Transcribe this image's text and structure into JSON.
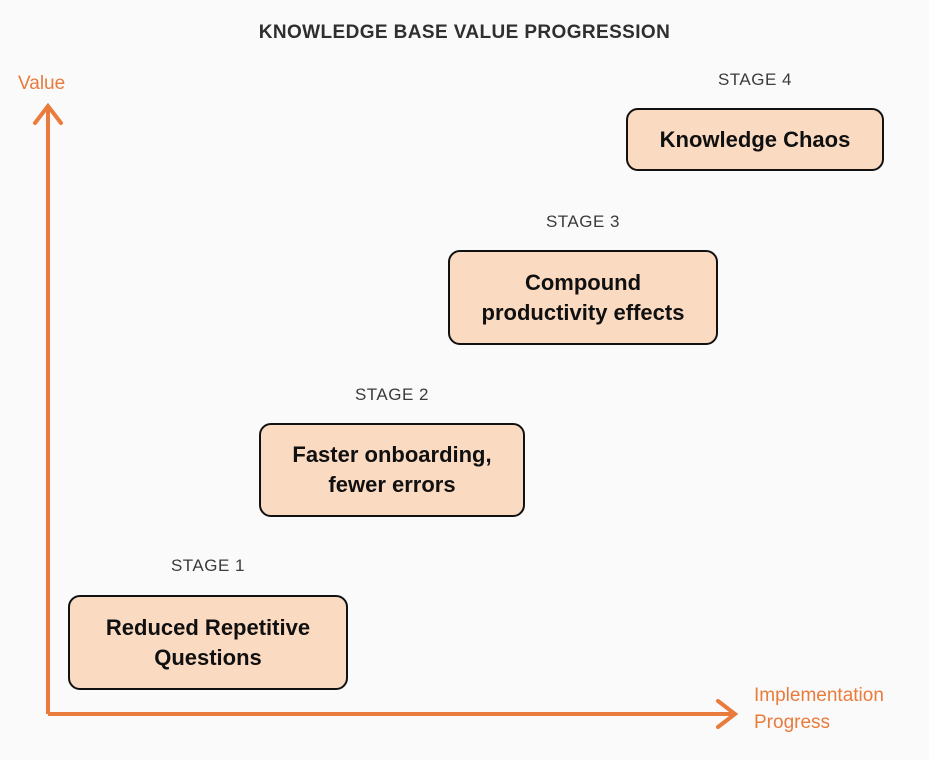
{
  "chart_data": {
    "type": "diagram",
    "title": "KNOWLEDGE BASE VALUE PROGRESSION",
    "xlabel": "Implementation\nProgress",
    "ylabel": "Value",
    "axis_color": "#E97B3C",
    "box_fill": "#FBDAC2",
    "box_border": "#111111",
    "background": "#FAFAFA",
    "grid": false,
    "legend": "none",
    "stages": [
      {
        "label": "STAGE 1",
        "text": "Reduced Repetitive\nQuestions",
        "x": 1,
        "y": 1
      },
      {
        "label": "STAGE 2",
        "text": "Faster onboarding,\nfewer errors",
        "x": 2,
        "y": 2
      },
      {
        "label": "STAGE 3",
        "text": "Compound\nproductivity effects",
        "x": 3,
        "y": 3
      },
      {
        "label": "STAGE 4",
        "text": "Knowledge Chaos",
        "x": 4,
        "y": 4
      }
    ]
  },
  "axes": {
    "y_label": "Value",
    "x_label": "Implementation\nProgress",
    "y_arrow_icon": "arrow-up-icon",
    "x_arrow_icon": "arrow-right-icon"
  },
  "title": "KNOWLEDGE BASE VALUE PROGRESSION",
  "stages": [
    {
      "label": "STAGE 1",
      "text": "Reduced Repetitive\nQuestions"
    },
    {
      "label": "STAGE 2",
      "text": "Faster onboarding,\nfewer errors"
    },
    {
      "label": "STAGE 3",
      "text": "Compound\nproductivity effects"
    },
    {
      "label": "STAGE 4",
      "text": "Knowledge Chaos"
    }
  ]
}
